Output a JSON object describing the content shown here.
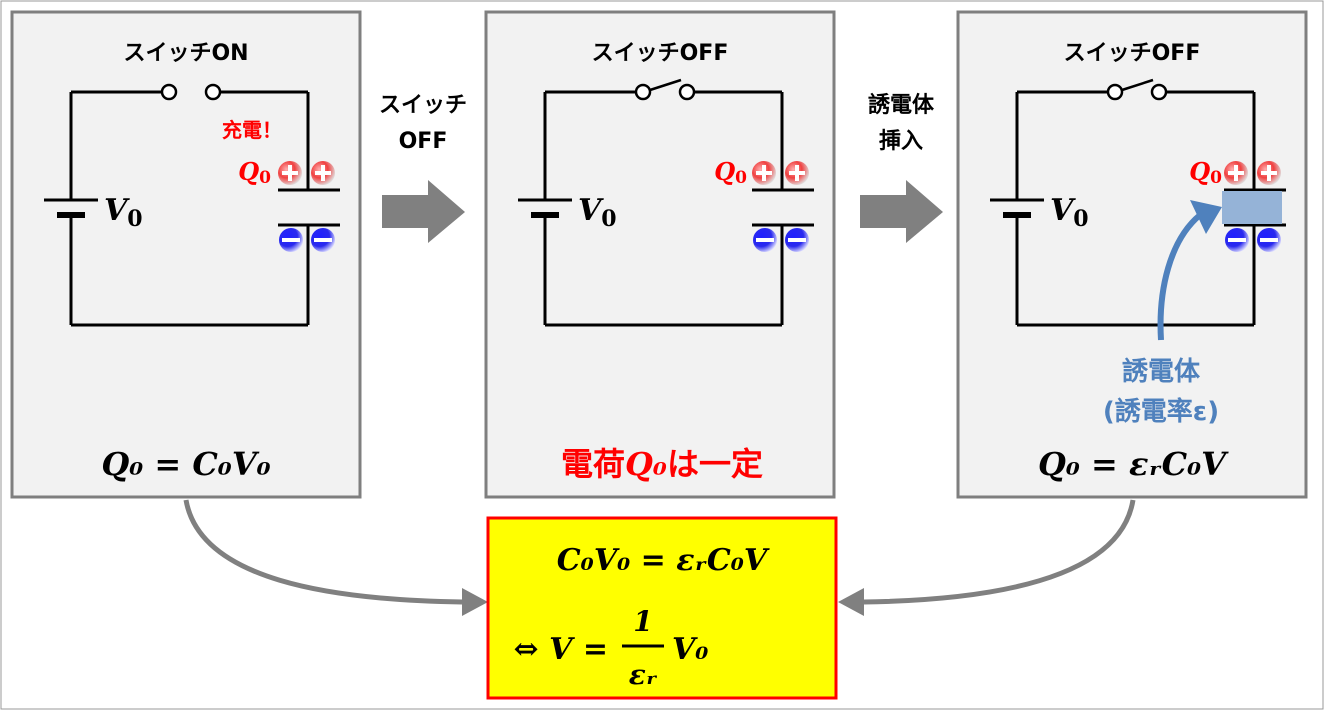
{
  "colors": {
    "panel_bg": "#f2f2f2",
    "panel_border": "#7f7f7f",
    "accent_red": "#ff0000",
    "dielectric_blue": "#4f81bd",
    "dielectric_fill": "#95b3d7",
    "result_bg": "#ffff00",
    "arrow_gray": "#808080"
  },
  "panels": [
    {
      "title": "スイッチON",
      "charge_note": "充電！",
      "charge_label": "Q",
      "charge_sub": "0",
      "battery_label": "V",
      "battery_sub": "0",
      "equation": "Q₀ = C₀V₀"
    },
    {
      "title": "スイッチOFF",
      "charge_label": "Q",
      "charge_sub": "0",
      "battery_label": "V",
      "battery_sub": "0",
      "statement_pre": "電荷",
      "statement_q": "Q₀",
      "statement_post": "は一定"
    },
    {
      "title": "スイッチOFF",
      "charge_label": "Q",
      "charge_sub": "0",
      "battery_label": "V",
      "battery_sub": "0",
      "dielectric_line1": "誘電体",
      "dielectric_line2": "(誘電率ε)",
      "equation": "Q₀ = εᵣC₀V"
    }
  ],
  "transitions": [
    {
      "line1": "スイッチ",
      "line2": "OFF"
    },
    {
      "line1": "誘電体",
      "line2": "挿入"
    }
  ],
  "result": {
    "line1": "C₀V₀ = εᵣC₀V",
    "line2_pre": "⇔ V =",
    "numerator": "1",
    "denominator": "εᵣ",
    "line2_post": "V₀"
  }
}
